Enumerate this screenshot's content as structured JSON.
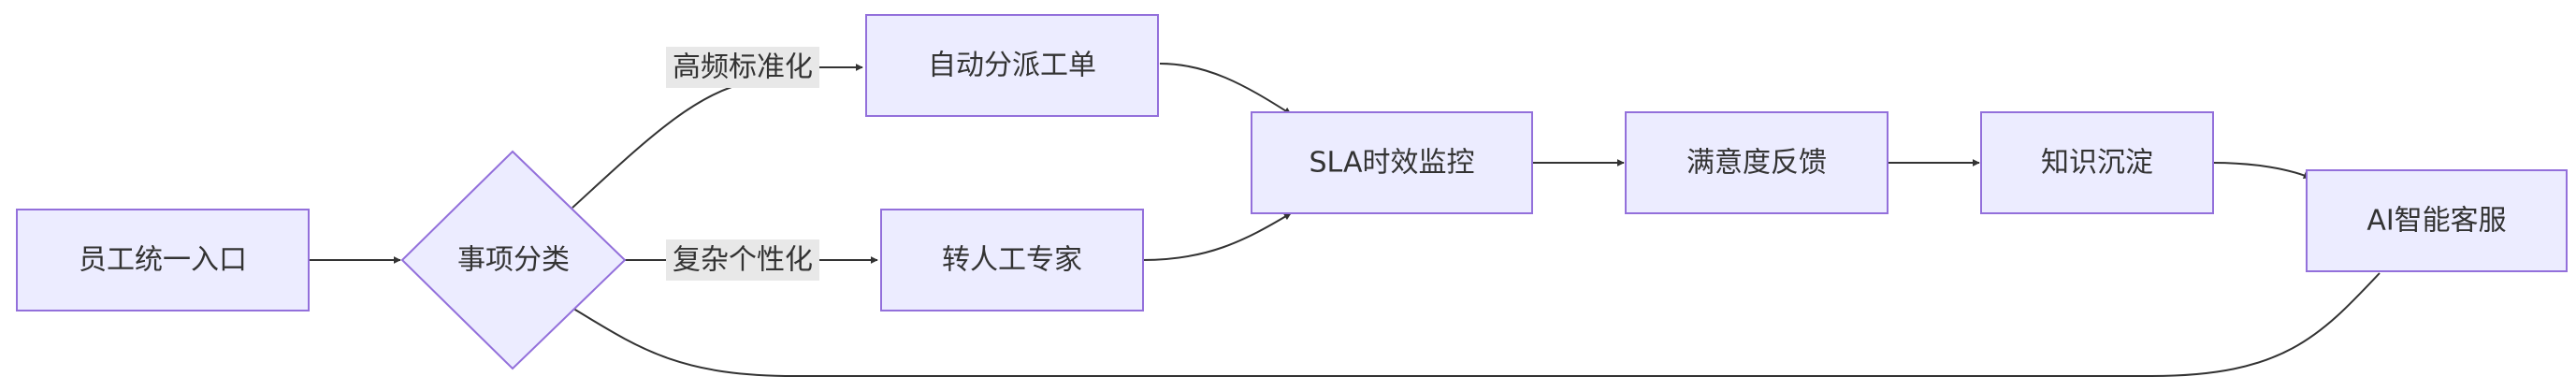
{
  "nodes": {
    "entry": "员工统一入口",
    "classify": "事项分类",
    "auto_dispatch": "自动分派工单",
    "manual_expert": "转人工专家",
    "sla_monitor": "SLA时效监控",
    "satisfaction": "满意度反馈",
    "knowledge": "知识沉淀",
    "ai_service": "AI智能客服"
  },
  "edge_labels": {
    "high_frequency": "高频标准化",
    "complex": "复杂个性化"
  },
  "colors": {
    "node_fill": "#ececff",
    "node_stroke": "#9370db",
    "edge": "#333333",
    "label_bg": "#e8e8e8",
    "text": "#333333"
  }
}
